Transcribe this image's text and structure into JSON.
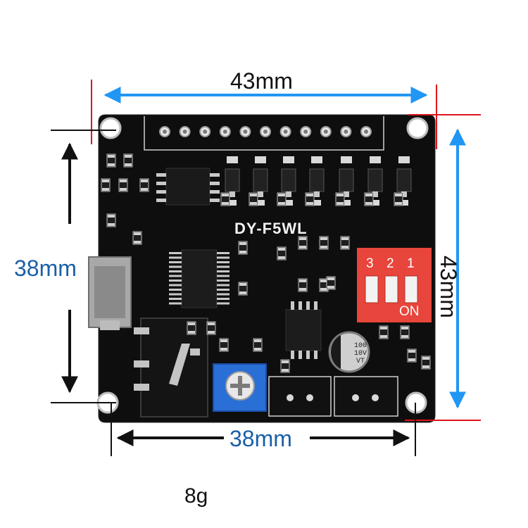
{
  "dimensions": {
    "top_width": "43mm",
    "right_height": "43mm",
    "left_height": "38mm",
    "bottom_width": "38mm"
  },
  "board": {
    "model_label": "DY-F5WL",
    "dip_switch": {
      "numbers": [
        "3",
        "2",
        "1"
      ],
      "on_label": "ON",
      "color": "#e8453c"
    },
    "capacitor_label": [
      "100",
      "10V",
      "VT"
    ],
    "pcb_color": "#0e0e0e",
    "potentiometer_color": "#2a6fd6"
  },
  "weight": "8g",
  "colors": {
    "blue_arrow": "#2196f3",
    "black_arrow": "#111111",
    "red_marker": "#e0141e",
    "blue_text": "#1a5fa8"
  }
}
